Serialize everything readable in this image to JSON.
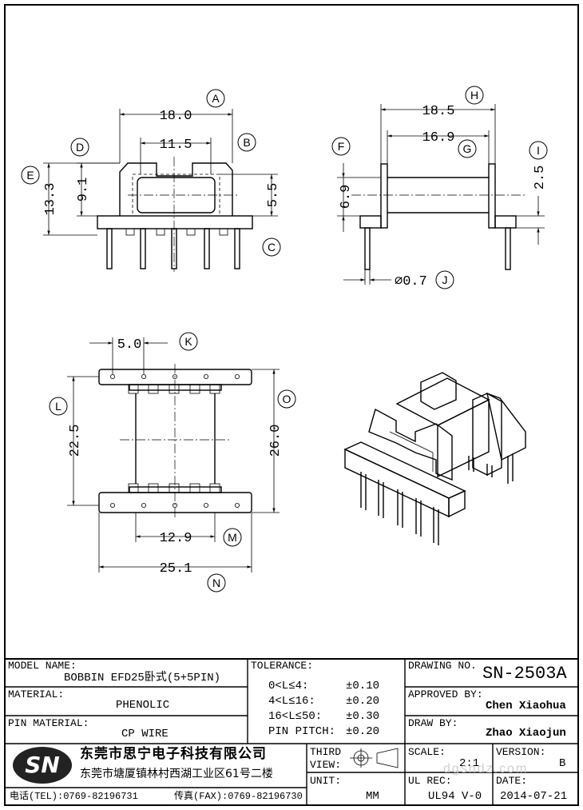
{
  "dims": {
    "A": "18.0",
    "B": "11.5",
    "D": "9.1",
    "E": "13.3",
    "C": "5.5",
    "H": "18.5",
    "G": "16.9",
    "F": "6.9",
    "I": "2.5",
    "J": "⌀0.7",
    "K": "5.0",
    "L": "22.5",
    "O": "26.0",
    "M": "12.9",
    "N": "25.1"
  },
  "callouts": [
    "A",
    "B",
    "C",
    "D",
    "E",
    "F",
    "G",
    "H",
    "I",
    "J",
    "K",
    "L",
    "M",
    "N",
    "O"
  ],
  "title_block": {
    "model_name_label": "MODEL NAME:",
    "model_name": "BOBBIN EFD25卧式(5+5PIN)",
    "material_label": "MATERIAL:",
    "material": "PHENOLIC",
    "pin_material_label": "PIN MATERIAL:",
    "pin_material": "CP WIRE",
    "tolerance_label": "TOLERANCE:",
    "tolerances": [
      {
        "range": "0<L≤4:",
        "value": "±0.10"
      },
      {
        "range": "4<L≤16:",
        "value": "±0.20"
      },
      {
        "range": "16<L≤50:",
        "value": "±0.30"
      },
      {
        "range": "PIN PITCH:",
        "value": "±0.20"
      }
    ],
    "drawing_no_label": "DRAWING NO.",
    "drawing_no": "SN-2503A",
    "approved_by_label": "APPROVED BY:",
    "approved_by": "Chen Xiaohua",
    "draw_by_label": "DRAW BY:",
    "draw_by": "Zhao Xiaojun",
    "third_view_label_1": "THIRD",
    "third_view_label_2": "VIEW:",
    "unit_label": "UNIT:",
    "unit": "MM",
    "scale_label": "SCALE:",
    "scale": "2:1",
    "version_label": "VERSION:",
    "version": "B",
    "ul_rec_label": "UL REC:",
    "ul_rec": "UL94 V-0",
    "date_label": "DATE:",
    "date": "2014-07-21",
    "company_logo": "SN",
    "company_name": "东莞市思宁电子科技有限公司",
    "company_address": "东莞市塘厦镇林村西湖工业区61号二楼",
    "tel": "电话(TEL):0769-82196731",
    "fax": "传真(FAX):0769-82196730",
    "watermark": "dgsndz.com"
  }
}
